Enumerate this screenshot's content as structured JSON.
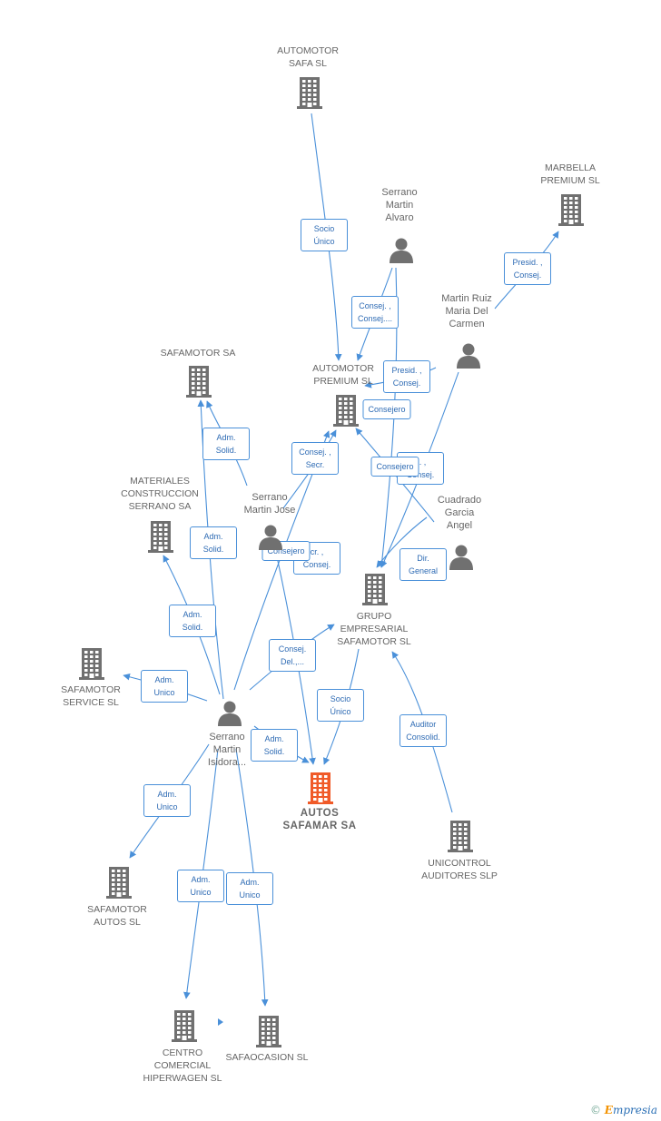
{
  "companies": {
    "automotor_safa": "AUTOMOTOR\nSAFA SL",
    "marbella": "MARBELLA\nPREMIUM SL",
    "safamotor_sa": "SAFAMOTOR SA",
    "automotor_premium": "AUTOMOTOR\nPREMIUM SL",
    "materiales": "MATERIALES\nCONSTRUCCION\nSERRANO SA",
    "grupo": "GRUPO\nEMPRESARIAL\nSAFAMOTOR SL",
    "safamotor_service": "SAFAMOTOR\nSERVICE SL",
    "autos_safamar": "AUTOS\nSAFAMAR SA",
    "unicontrol": "UNICONTROL\nAUDITORES SLP",
    "safamotor_autos": "SAFAMOTOR\nAUTOS SL",
    "centro": "CENTRO\nCOMERCIAL\nHIPERWAGEN SL",
    "safaocasion": "SAFAOCASION SL"
  },
  "persons": {
    "serrano_alvaro": "Serrano\nMartin\nAlvaro",
    "martin_ruiz": "Martin Ruiz\nMaria Del\nCarmen",
    "serrano_jose": "Serrano\nMartin Jose",
    "cuadrado": "Cuadrado\nGarcia\nAngel",
    "serrano_isidora": "Serrano\nMartin\nIsidora..."
  },
  "relations": {
    "socio_unico_1": "Socio\nÚnico",
    "presid_consej_1": "Presid. ,\nConsej.",
    "consej_consej": "Consej. ,\nConsej....",
    "presid_consej_2": "Presid. ,\nConsej.",
    "consejero_1": "Consejero",
    "adm_solid_1": "Adm.\nSolid.",
    "consej_secr": "Consej. ,\nSecr.",
    "consejero_2": "Consejero",
    "consej_partial": "d. ,\nConsej.",
    "adm_solid_2": "Adm.\nSolid.",
    "consejero_3": "Consejero",
    "secr_consej": "cr. ,\nConsej.",
    "dir_general": "Dir.\nGeneral",
    "adm_solid_3": "Adm.\nSolid.",
    "consej_del": "Consej.\nDel.,...",
    "adm_unico_1": "Adm.\nUnico",
    "socio_unico_2": "Socio\nÚnico",
    "adm_solid_4": "Adm.\nSolid.",
    "auditor": "Auditor\nConsolid.",
    "adm_unico_2": "Adm.\nUnico",
    "adm_unico_3": "Adm.\nUnico",
    "adm_unico_4": "Adm.\nUnico"
  },
  "footer": {
    "copyright": "©",
    "brand_initial": "E",
    "brand_rest": "mpresia"
  },
  "colors": {
    "link": "#4a90d9",
    "icon": "#707070",
    "focus": "#f05a28"
  }
}
